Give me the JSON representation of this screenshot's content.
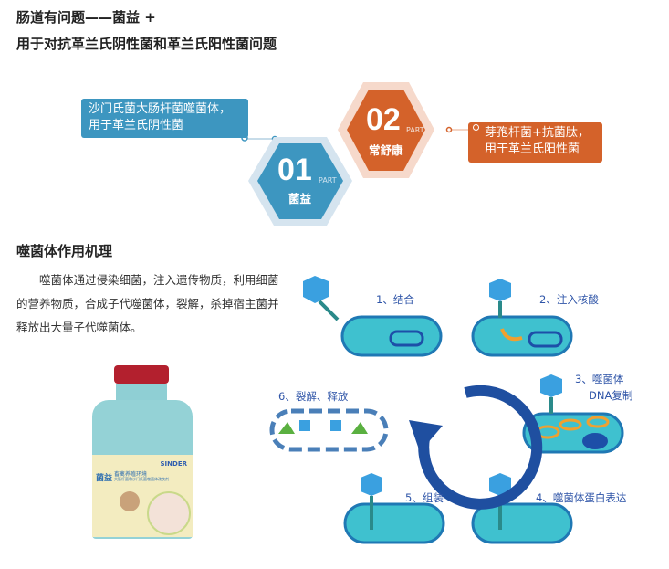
{
  "header": {
    "line1": "肠道有问题——菌益 +",
    "line2": "用于对抗革兰氏阴性菌和革兰氏阳性菌问题"
  },
  "parts": [
    {
      "num": "01",
      "part": "PART",
      "name": "菌益",
      "desc_line1": "沙门氏菌大肠杆菌噬菌体，",
      "desc_line2": "用于革兰氏阴性菌",
      "color": "#3d96c0"
    },
    {
      "num": "02",
      "part": "PART",
      "name": "常舒康",
      "desc_line1": "芽孢杆菌+抗菌肽，",
      "desc_line2": "用于革兰氏阳性菌",
      "color": "#d4622a"
    }
  ],
  "mechanism": {
    "title": "噬菌体作用机理",
    "paragraph": "噬菌体通过侵染细菌，注入遗传物质，利用细菌的营养物质，合成子代噬菌体，裂解，杀掉宿主菌并释放出大量子代噬菌体。",
    "steps": [
      "1、结合",
      "2、注入核酸",
      "3、噬菌体",
      "DNA复制",
      "4、噬菌体蛋白表达",
      "5、组装",
      "6、裂解、释放"
    ]
  },
  "bottle": {
    "brand": "SINDER",
    "name": "菌益",
    "subtitle": "畜禽养殖环境",
    "desc": "大肠杆菌和沙门氏菌噬菌体改良剂"
  }
}
